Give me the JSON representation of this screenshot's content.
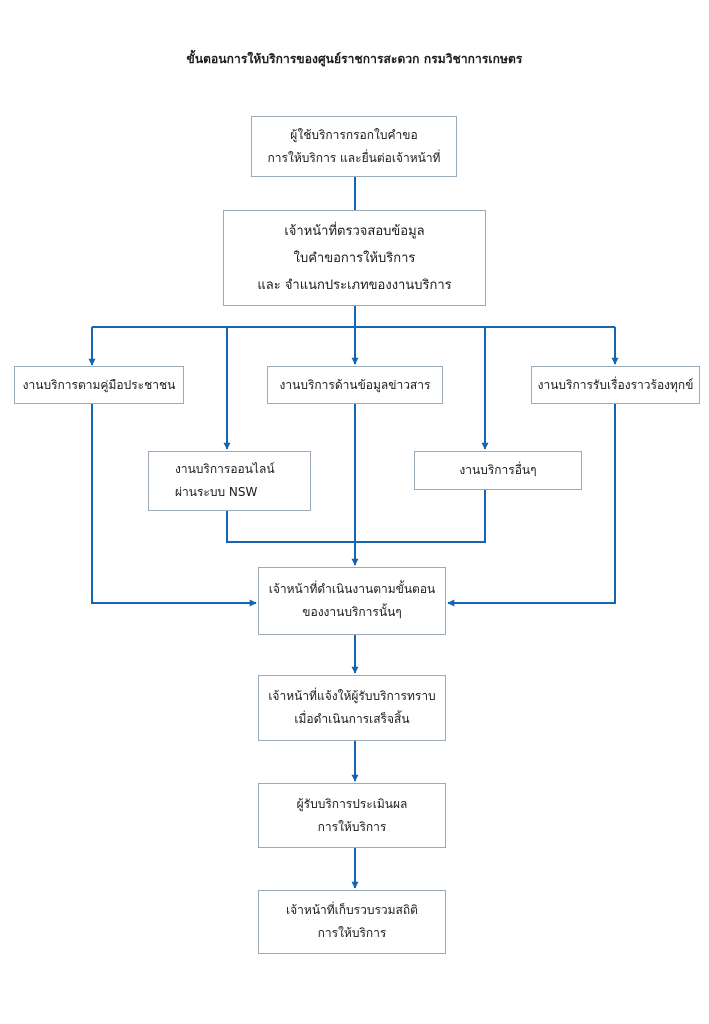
{
  "title": "ขั้นตอนการให้บริการของศูนย์ราชการสะดวก กรมวิชาการเกษตร",
  "colors": {
    "connector": "#1565b4",
    "box_border": "#9aaab8",
    "text": "#1a1a1a"
  },
  "steps": {
    "submit_request": {
      "line1": "ผู้ใช้บริการกรอกใบคำขอ",
      "line2": "การให้บริการ และยื่นต่อเจ้าหน้าที่"
    },
    "check_classify": {
      "line1": "เจ้าหน้าที่ตรวจสอบข้อมูล",
      "line2": "ใบคำขอการให้บริการ",
      "line3": "และ จำแนกประเภทของงานบริการ"
    },
    "service_manual": "งานบริการตามคู่มือประชาชน",
    "service_information": "งานบริการด้านข้อมูลข่าวสาร",
    "service_complaint": "งานบริการรับเรื่องราวร้องทุกข์",
    "service_online": {
      "line1": "งานบริการออนไลน์",
      "line2": "ผ่านระบบ NSW"
    },
    "service_other": "งานบริการอื่นๆ",
    "process": {
      "line1": "เจ้าหน้าที่ดำเนินงานตามขั้นตอน",
      "line2": "ของงานบริการนั้นๆ"
    },
    "notify": {
      "line1": "เจ้าหน้าที่แจ้งให้ผู้รับบริการทราบ",
      "line2": "เมื่อดำเนินการเสร็จสิ้น"
    },
    "evaluate": {
      "line1": "ผู้รับบริการประเมินผล",
      "line2": "การให้บริการ"
    },
    "statistics": {
      "line1": "เจ้าหน้าที่เก็บรวบรวมสถิติ",
      "line2": "การให้บริการ"
    }
  }
}
